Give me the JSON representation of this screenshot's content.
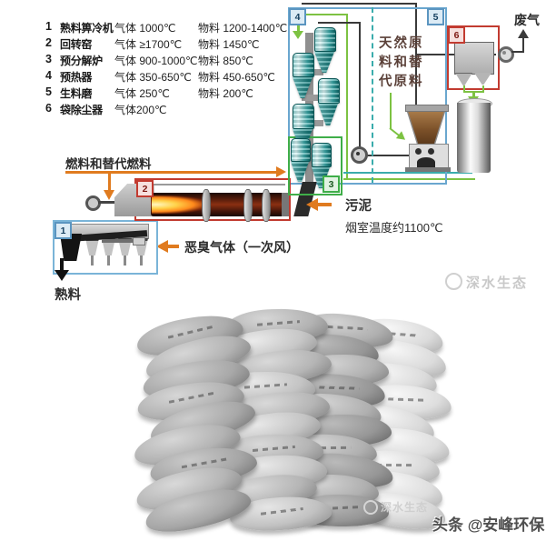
{
  "legend": {
    "rows": [
      {
        "num": "1",
        "name": "熟料箅冷机",
        "gas": "气体 1000℃",
        "material": "物料 1200-1400℃"
      },
      {
        "num": "2",
        "name": "回转窑",
        "gas": "气体 ≥1700℃",
        "material": "物料 1450℃"
      },
      {
        "num": "3",
        "name": "预分解炉",
        "gas": "气体 900-1000℃",
        "material": "物料 850℃"
      },
      {
        "num": "4",
        "name": "预热器",
        "gas": "气体 350-650℃",
        "material": "物料 450-650℃"
      },
      {
        "num": "5",
        "name": "生料磨",
        "gas": "气体 250℃",
        "material": "物料 200℃"
      },
      {
        "num": "6",
        "name": "袋除尘器",
        "gas": "气体200℃",
        "material": ""
      }
    ]
  },
  "diagram": {
    "tiles": {
      "t1": "1",
      "t2": "2",
      "t3": "3",
      "t4": "4",
      "t5": "5",
      "t6": "6"
    },
    "labels": {
      "fuel": "燃料和替代燃料",
      "odor": "恶臭气体（一次风）",
      "clinker": "熟料",
      "sludge": "污泥",
      "smoke_chamber": "烟室温度约1100℃",
      "waste_gas": "废气",
      "raw_materials_lines": [
        "天然原",
        "料和替",
        "代原料"
      ]
    },
    "colors": {
      "box_blue": "#6aa7cf",
      "box_red": "#c23b30",
      "box_green": "#3fae49",
      "orange": "#e07b1f",
      "green_line": "#7dc242",
      "teal": "#3aacac",
      "cyclone": "#2e9c9c",
      "kiln": "#5c1f0c"
    }
  },
  "watermarks": {
    "mid": "深水生态",
    "bottom": "深水生态",
    "byline": "头条 @安峰环保"
  }
}
